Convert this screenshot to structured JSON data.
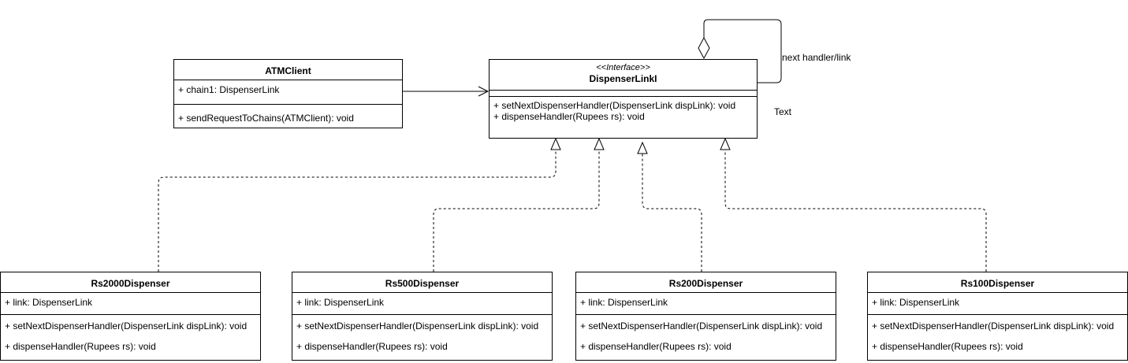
{
  "atm_client": {
    "name": "ATMClient",
    "attribute": "+ chain1: DispenserLink",
    "method": "+ sendRequestToChains(ATMClient): void"
  },
  "interface": {
    "stereotype": "<<Interface>>",
    "name": "DispenserLinkI",
    "methods": [
      "+ setNextDispenserHandler(DispenserLink dispLink): void",
      "+ dispenseHandler(Rupees rs): void"
    ]
  },
  "self_link_label": "next handler/link",
  "text_label": "Text",
  "dispensers": [
    {
      "name": "Rs2000Dispenser",
      "attribute": "+ link: DispenserLink",
      "methods": [
        "+ setNextDispenserHandler(DispenserLink dispLink): void",
        "+ dispenseHandler(Rupees rs): void"
      ]
    },
    {
      "name": "Rs500Dispenser",
      "attribute": "+ link: DispenserLink",
      "methods": [
        "+ setNextDispenserHandler(DispenserLink dispLink): void",
        "+ dispenseHandler(Rupees rs): void"
      ]
    },
    {
      "name": "Rs200Dispenser",
      "attribute": "+ link: DispenserLink",
      "methods": [
        "+ setNextDispenserHandler(DispenserLink dispLink): void",
        "+ dispenseHandler(Rupees rs): void"
      ]
    },
    {
      "name": "Rs100Dispenser",
      "attribute": "+ link: DispenserLink",
      "methods": [
        "+ setNextDispenserHandler(DispenserLink dispLink): void",
        "+ dispenseHandler(Rupees rs): void"
      ]
    }
  ]
}
